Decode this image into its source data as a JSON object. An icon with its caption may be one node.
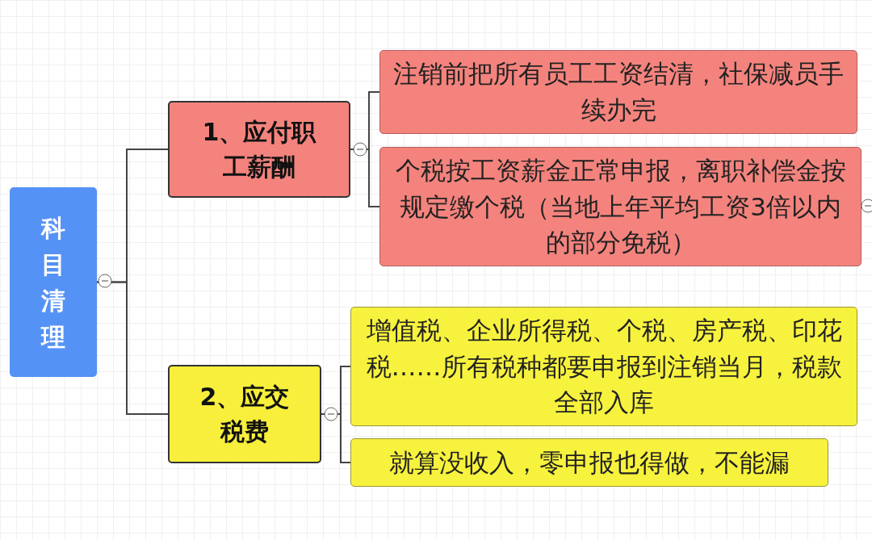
{
  "diagram": {
    "nodes": [
      {
        "text": [
          "科目清理"
        ]
      },
      {
        "text": [
          "1、应付职工薪酬"
        ]
      },
      {
        "text": [
          "注销前把所有员工工资结清，社保减员手续办完"
        ]
      },
      {
        "text": [
          "个税按工资薪金正常申报，离职补偿金按规定缴个税（当地上年平均工资3倍以内的部分免税）"
        ]
      },
      {
        "text": [
          "2、应交税费"
        ]
      },
      {
        "text": [
          "增值税、企业所得税、个税、房产税、印花税……所有税种都要申报到注销当月，税款全部入库"
        ]
      },
      {
        "text": [
          "就算没收入，零申报也得做，不能漏"
        ]
      }
    ],
    "edges": [
      {
        "from": 0,
        "to": 1,
        "arrow": "none"
      },
      {
        "from": 0,
        "to": 4,
        "arrow": "none"
      },
      {
        "from": 1,
        "to": 2,
        "arrow": "none"
      },
      {
        "from": 1,
        "to": 3,
        "arrow": "none"
      },
      {
        "from": 4,
        "to": 5,
        "arrow": "none"
      },
      {
        "from": 4,
        "to": 6,
        "arrow": "none"
      }
    ]
  }
}
